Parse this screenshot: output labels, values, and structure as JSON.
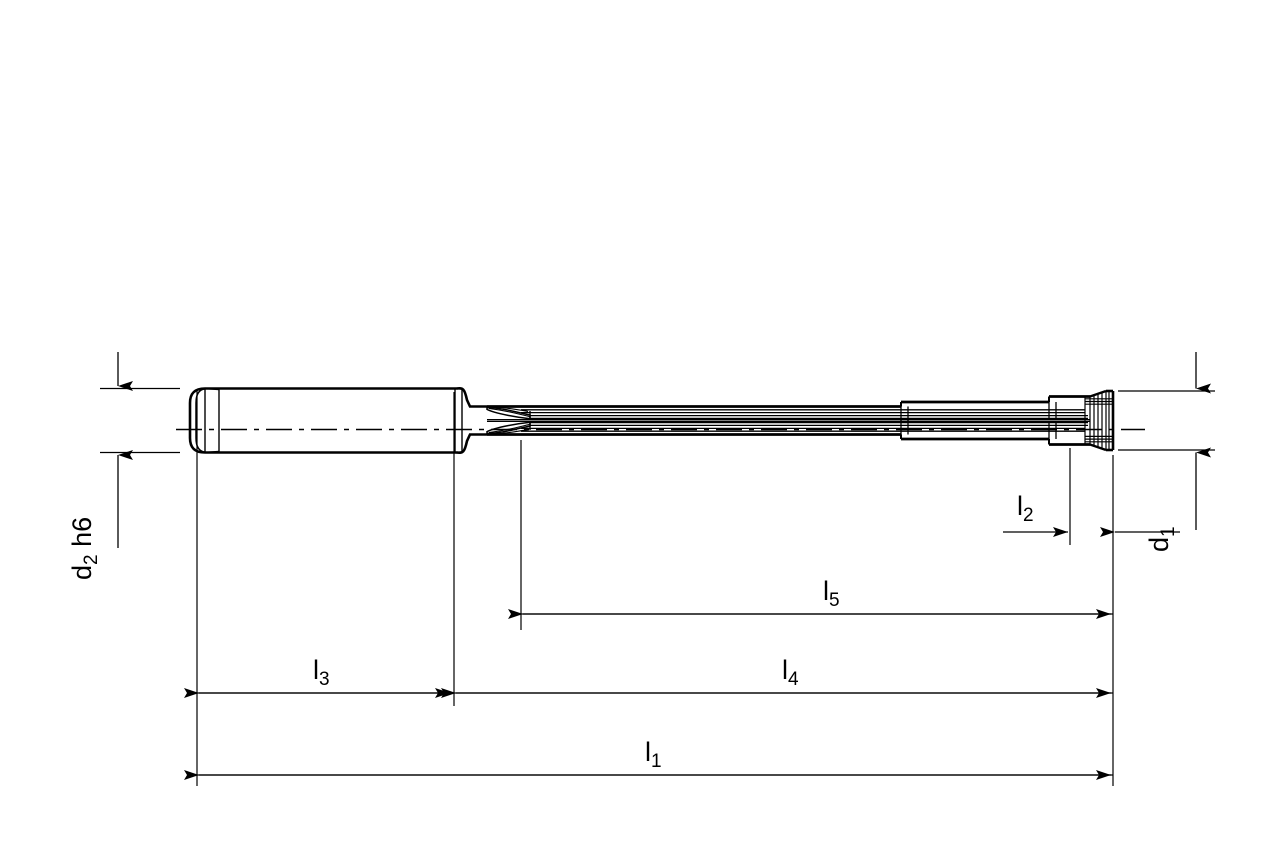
{
  "drawing": {
    "type": "technical-engineering-drawing",
    "subject": "machine reamer side view with dimension callouts",
    "projection": "side-elevation",
    "line_color": "#000000",
    "background_color": "#ffffff",
    "units_note": ""
  },
  "dimensions": {
    "d1": {
      "label": "d",
      "subscript": "1",
      "full": "d1",
      "orientation": "vertical",
      "side": "right",
      "measures": "cutting-diameter"
    },
    "d2": {
      "label": "d",
      "subscript": "2",
      "suffix": " h6",
      "full": "d2 h6",
      "orientation": "vertical",
      "side": "left",
      "measures": "shank-diameter",
      "tolerance": "h6"
    },
    "l1": {
      "label": "l",
      "subscript": "1",
      "full": "l1",
      "orientation": "horizontal",
      "measures": "overall-length"
    },
    "l2": {
      "label": "l",
      "subscript": "2",
      "full": "l2",
      "orientation": "horizontal",
      "measures": "bevel-lead-length"
    },
    "l3": {
      "label": "l",
      "subscript": "3",
      "full": "l3",
      "orientation": "horizontal",
      "measures": "shank-length"
    },
    "l4": {
      "label": "l",
      "subscript": "4",
      "full": "l4",
      "orientation": "horizontal",
      "measures": "body-length"
    },
    "l5": {
      "label": "l",
      "subscript": "5",
      "full": "l5",
      "orientation": "horizontal",
      "measures": "flute-length"
    }
  },
  "features": {
    "shank": "cylindrical-shank-with-radiused-end",
    "neck": "tapered-neck-transition",
    "body": "fluted-cutting-body",
    "tip": "chamfered-cutting-tip",
    "centerline": "dash-dot-axis"
  }
}
